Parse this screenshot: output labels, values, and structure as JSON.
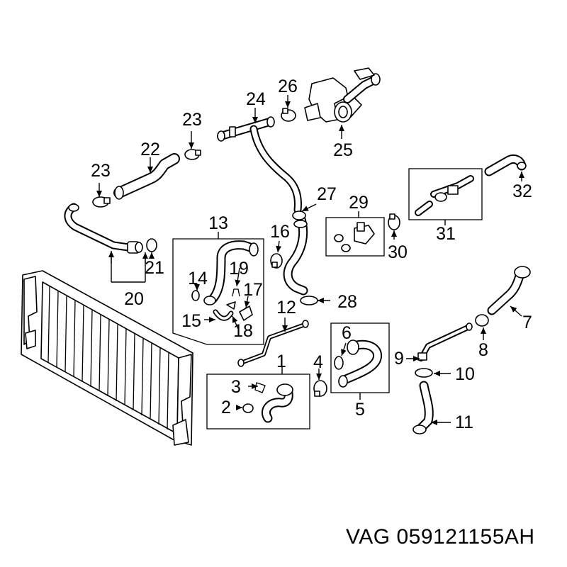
{
  "callouts": {
    "c1": "1",
    "c2": "2",
    "c3": "3",
    "c4": "4",
    "c5": "5",
    "c6": "6",
    "c7": "7",
    "c8": "8",
    "c9": "9",
    "c10": "10",
    "c11": "11",
    "c12": "12",
    "c13": "13",
    "c14": "14",
    "c15": "15",
    "c16": "16",
    "c17": "17",
    "c18": "18",
    "c19": "19",
    "c20": "20",
    "c21": "21",
    "c22": "22",
    "c23a": "23",
    "c23b": "23",
    "c24": "24",
    "c25": "25",
    "c26": "26",
    "c27": "27",
    "c28": "28",
    "c29": "29",
    "c30": "30",
    "c31": "31",
    "c32": "32"
  },
  "brand_label": "VAG 059121155AH"
}
